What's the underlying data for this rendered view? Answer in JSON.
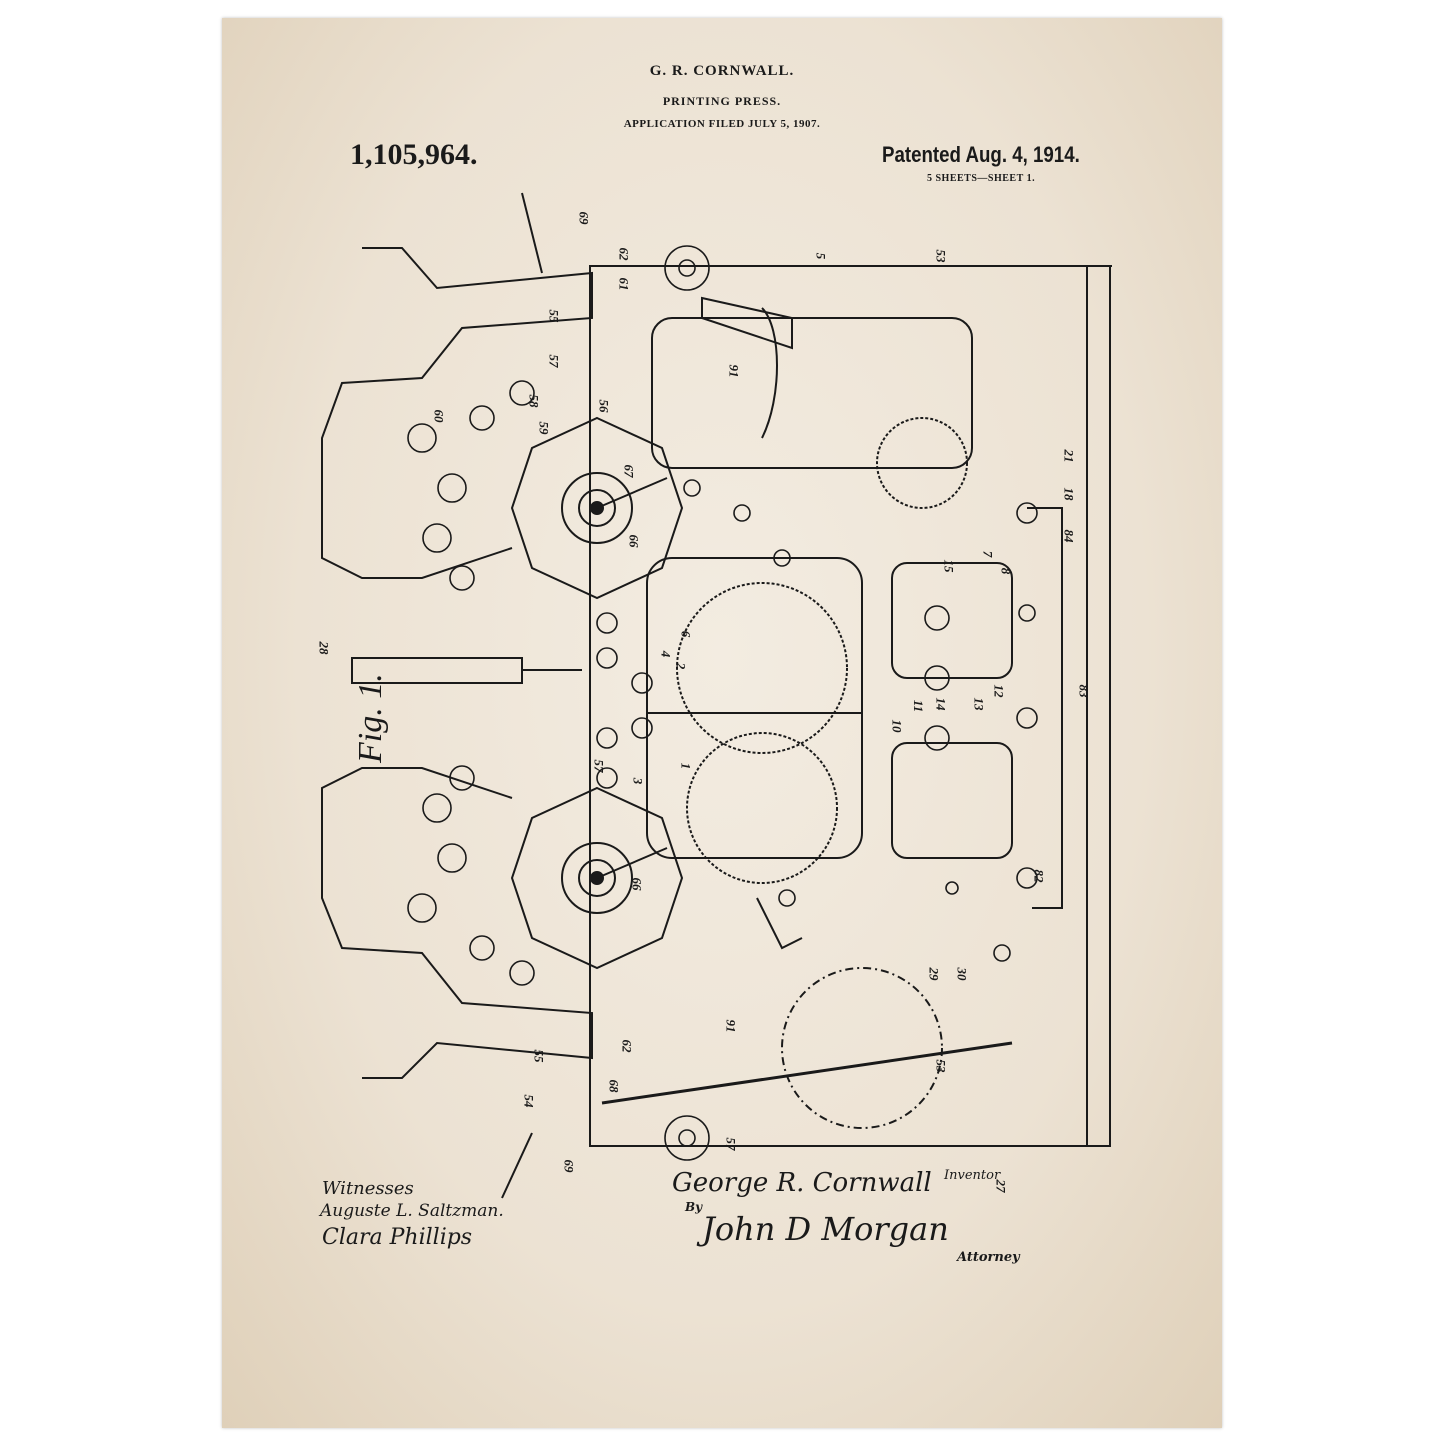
{
  "header": {
    "inventor": "G. R. CORNWALL.",
    "title": "PRINTING PRESS.",
    "filed": "APPLICATION FILED JULY 5, 1907.",
    "patent_number": "1,105,964.",
    "patented": "Patented Aug. 4, 1914.",
    "sheets": "5 SHEETS—SHEET 1."
  },
  "figure": {
    "label": "Fig. 1.",
    "reference_numbers": [
      "69",
      "62",
      "61",
      "55",
      "57",
      "56",
      "60",
      "58",
      "59",
      "67",
      "66",
      "5",
      "53",
      "91",
      "21",
      "18",
      "84",
      "7",
      "15",
      "8",
      "6",
      "4",
      "2",
      "1",
      "3",
      "12",
      "13",
      "14",
      "11",
      "10",
      "83",
      "28",
      "82",
      "29",
      "30",
      "53",
      "91",
      "62",
      "55",
      "54",
      "68",
      "69",
      "57",
      "27",
      "66",
      "57"
    ]
  },
  "signatures": {
    "witnesses_label": "Witnesses",
    "witness_1": "Auguste L. Saltzman.",
    "witness_2": "Clara Phillips",
    "inventor_signature": "George R. Cornwall",
    "inventor_label": "Inventor",
    "by": "By",
    "attorney_signature": "John D Morgan",
    "attorney_label": "Attorney"
  }
}
